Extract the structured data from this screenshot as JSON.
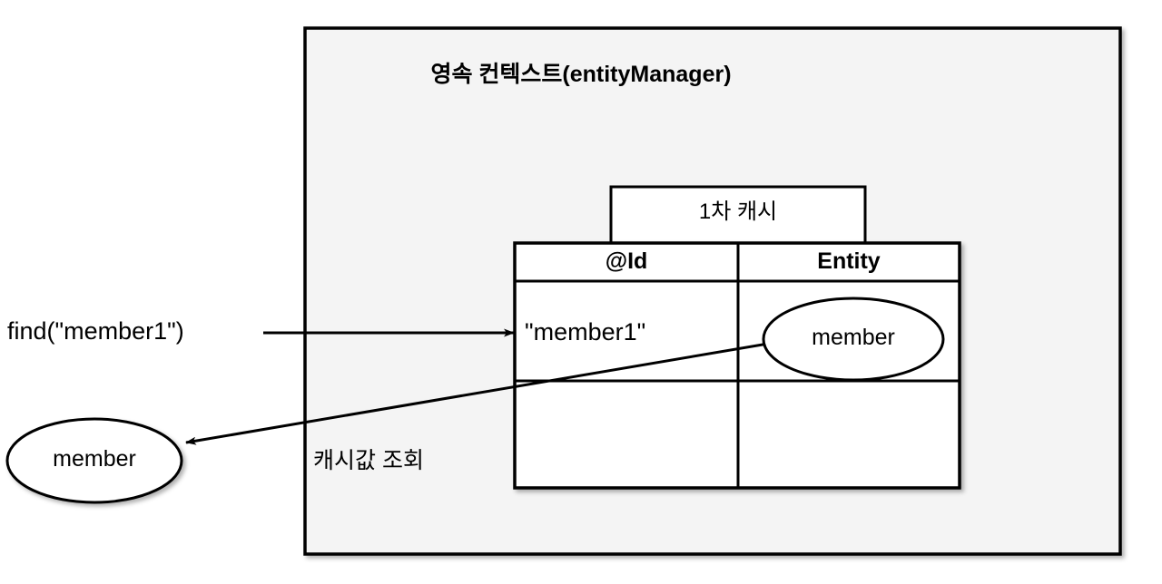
{
  "diagram": {
    "title": "영속 컨텍스트(entityManager)",
    "background_color": "#ffffff",
    "container_fill": "#f4f4f4",
    "stroke_color": "#000000",
    "cache_box_label": "1차 캐시",
    "table": {
      "headers": [
        "@Id",
        "Entity"
      ],
      "rows": [
        {
          "id": "\"member1\"",
          "entity_ellipse": "member"
        },
        {
          "id": "",
          "entity_ellipse": ""
        }
      ]
    },
    "labels": {
      "find_call": "find(\"member1\")",
      "cache_lookup": "캐시값 조회"
    },
    "external_entity": {
      "ellipse_label": "member"
    },
    "arrows": [
      {
        "name": "find-arrow",
        "from_label": "find(\"member1\")",
        "to": "@Id cell \"member1\""
      },
      {
        "name": "cache-return-arrow",
        "from_label": "캐시값 조회",
        "to": "member ellipse"
      }
    ]
  }
}
